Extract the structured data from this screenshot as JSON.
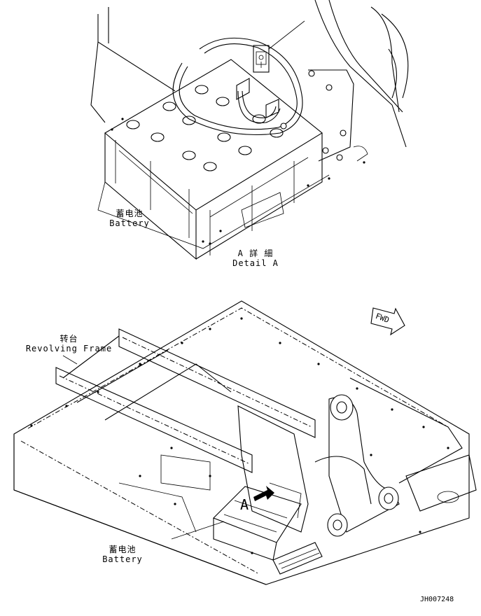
{
  "detail": {
    "battery_label_cn": "蓄电池",
    "battery_label_en": "Battery",
    "caption_jp": "A 詳 細",
    "caption_en": "Detail A"
  },
  "main_view": {
    "frame_label_cn": "转台",
    "frame_label_en": "Revolving Frame",
    "battery_label_cn": "蓄电池",
    "battery_label_en": "Battery",
    "view_marker": "A",
    "fwd_arrow": "FWD"
  },
  "drawing_number": "JH007248"
}
